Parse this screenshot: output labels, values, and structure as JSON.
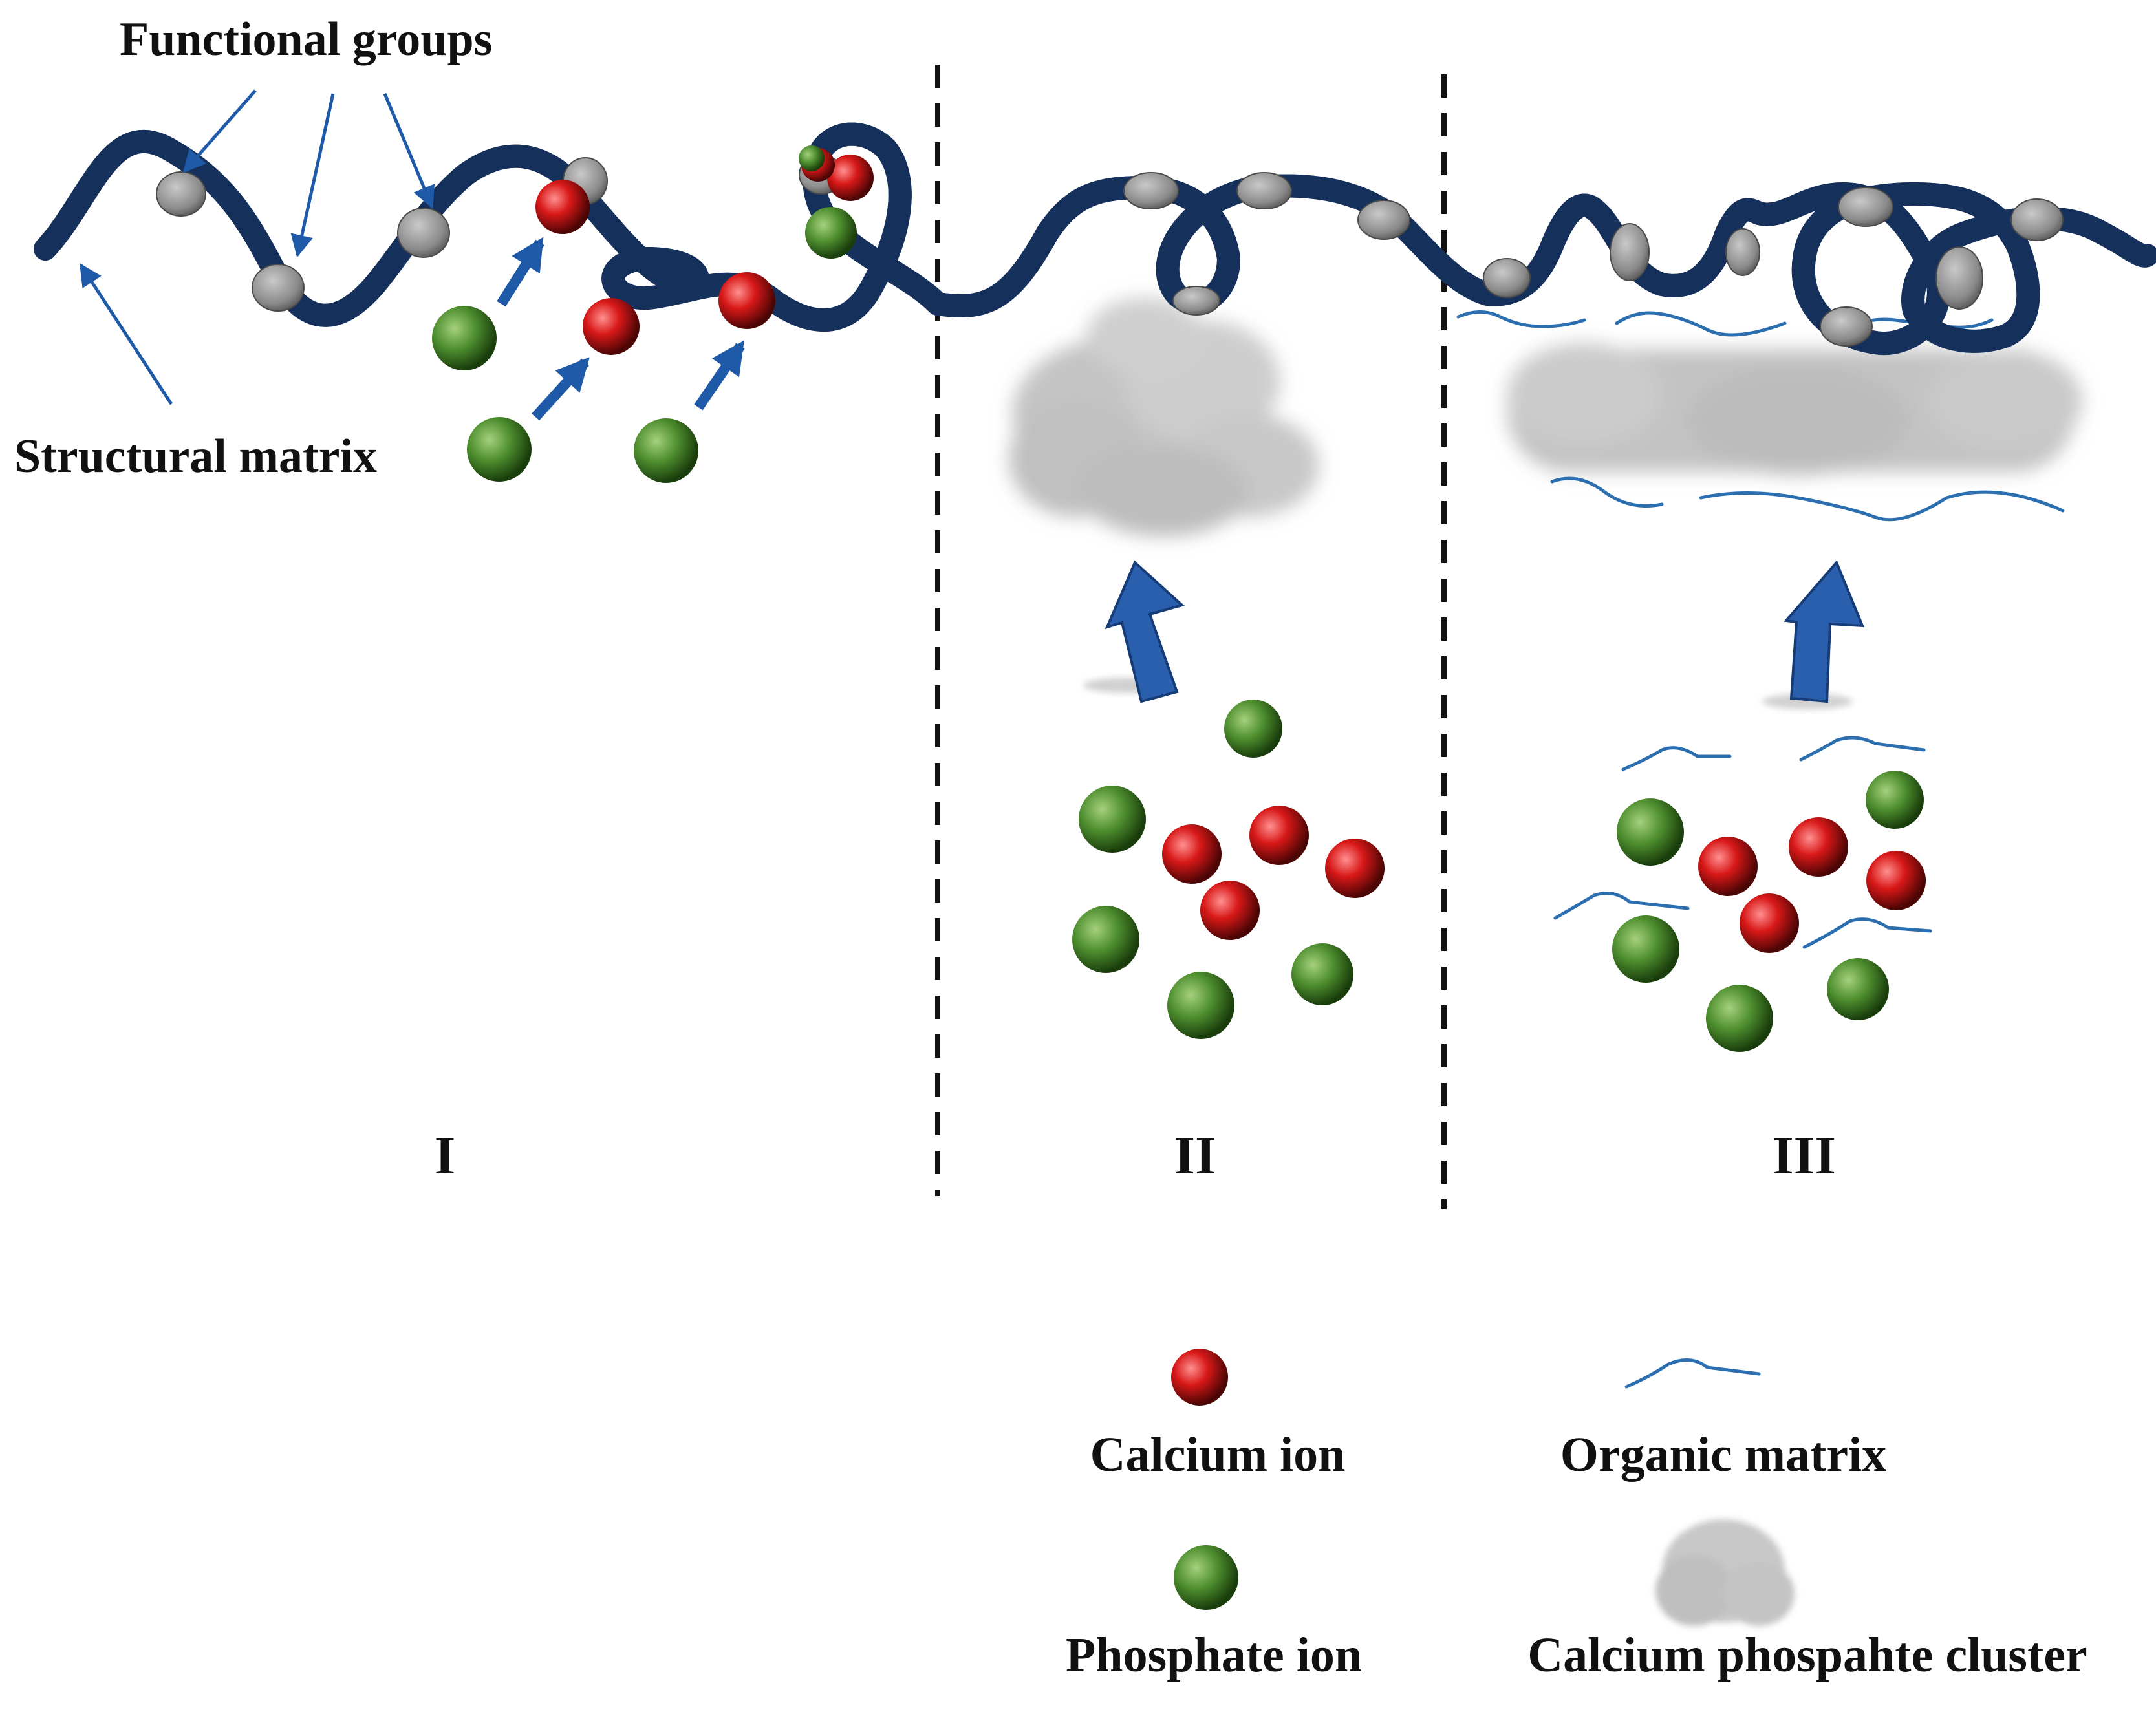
{
  "annotations": {
    "functional_groups": "Functional groups",
    "structural_matrix": "Structural matrix"
  },
  "stages": {
    "one": "I",
    "two": "II",
    "three": "III"
  },
  "legend": {
    "calcium_ion": "Calcium ion",
    "phosphate_ion": "Phosphate ion",
    "organic_matrix": "Organic matrix",
    "cluster": "Calcium phospahte cluster"
  },
  "colors": {
    "matrix_strand": "#3b7bd6",
    "calcium": "#d11a1a",
    "phosphate": "#4e8f2f",
    "functional_group": "#8c8c8c",
    "arrow": "#1f5aa8",
    "organic_matrix": "#2b6fb0",
    "cluster": "#c8c8c8"
  }
}
